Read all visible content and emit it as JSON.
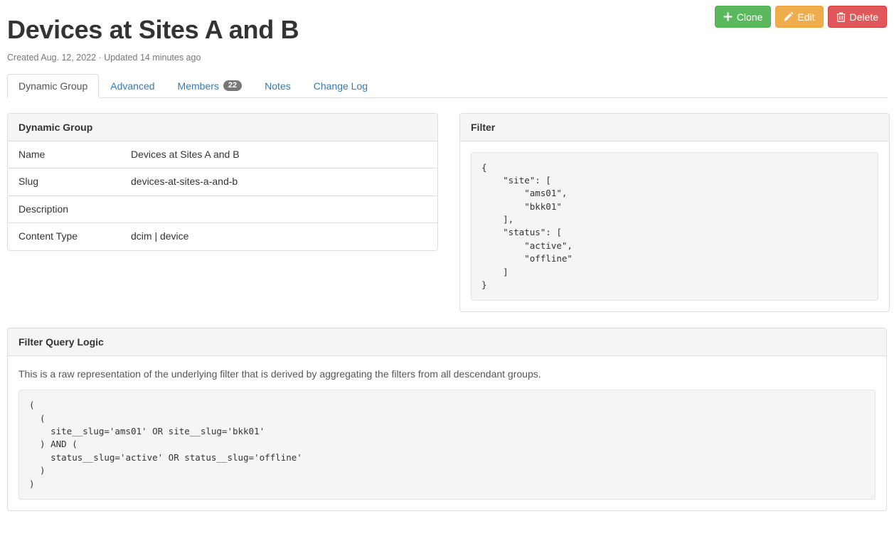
{
  "header": {
    "title": "Devices at Sites A and B",
    "meta": "Created Aug. 12, 2022 · Updated 14 minutes ago"
  },
  "actions": [
    {
      "label": "Clone",
      "icon": "plus-icon",
      "color": "#5cb85c"
    },
    {
      "label": "Edit",
      "icon": "pencil-icon",
      "color": "#f0ad4e"
    },
    {
      "label": "Delete",
      "icon": "trash-icon",
      "color": "#e15759"
    }
  ],
  "tabs": [
    {
      "label": "Dynamic Group",
      "active": true,
      "badge": null
    },
    {
      "label": "Advanced",
      "active": false,
      "badge": null
    },
    {
      "label": "Members",
      "active": false,
      "badge": "22"
    },
    {
      "label": "Notes",
      "active": false,
      "badge": null
    },
    {
      "label": "Change Log",
      "active": false,
      "badge": null
    }
  ],
  "dynamic_group_panel": {
    "heading": "Dynamic Group",
    "rows": [
      {
        "key": "Name",
        "value": "Devices at Sites A and B"
      },
      {
        "key": "Slug",
        "value": "devices-at-sites-a-and-b"
      },
      {
        "key": "Description",
        "value": ""
      },
      {
        "key": "Content Type",
        "value": "dcim | device"
      }
    ]
  },
  "filter_panel": {
    "heading": "Filter",
    "code": "{\n    \"site\": [\n        \"ams01\",\n        \"bkk01\"\n    ],\n    \"status\": [\n        \"active\",\n        \"offline\"\n    ]\n}"
  },
  "filter_query_logic_panel": {
    "heading": "Filter Query Logic",
    "help_text": "This is a raw representation of the underlying filter that is derived by aggregating the filters from all descendant groups.",
    "code": "(\n  (\n    site__slug='ams01' OR site__slug='bkk01'\n  ) AND (\n    status__slug='active' OR status__slug='offline'\n  )\n)"
  }
}
